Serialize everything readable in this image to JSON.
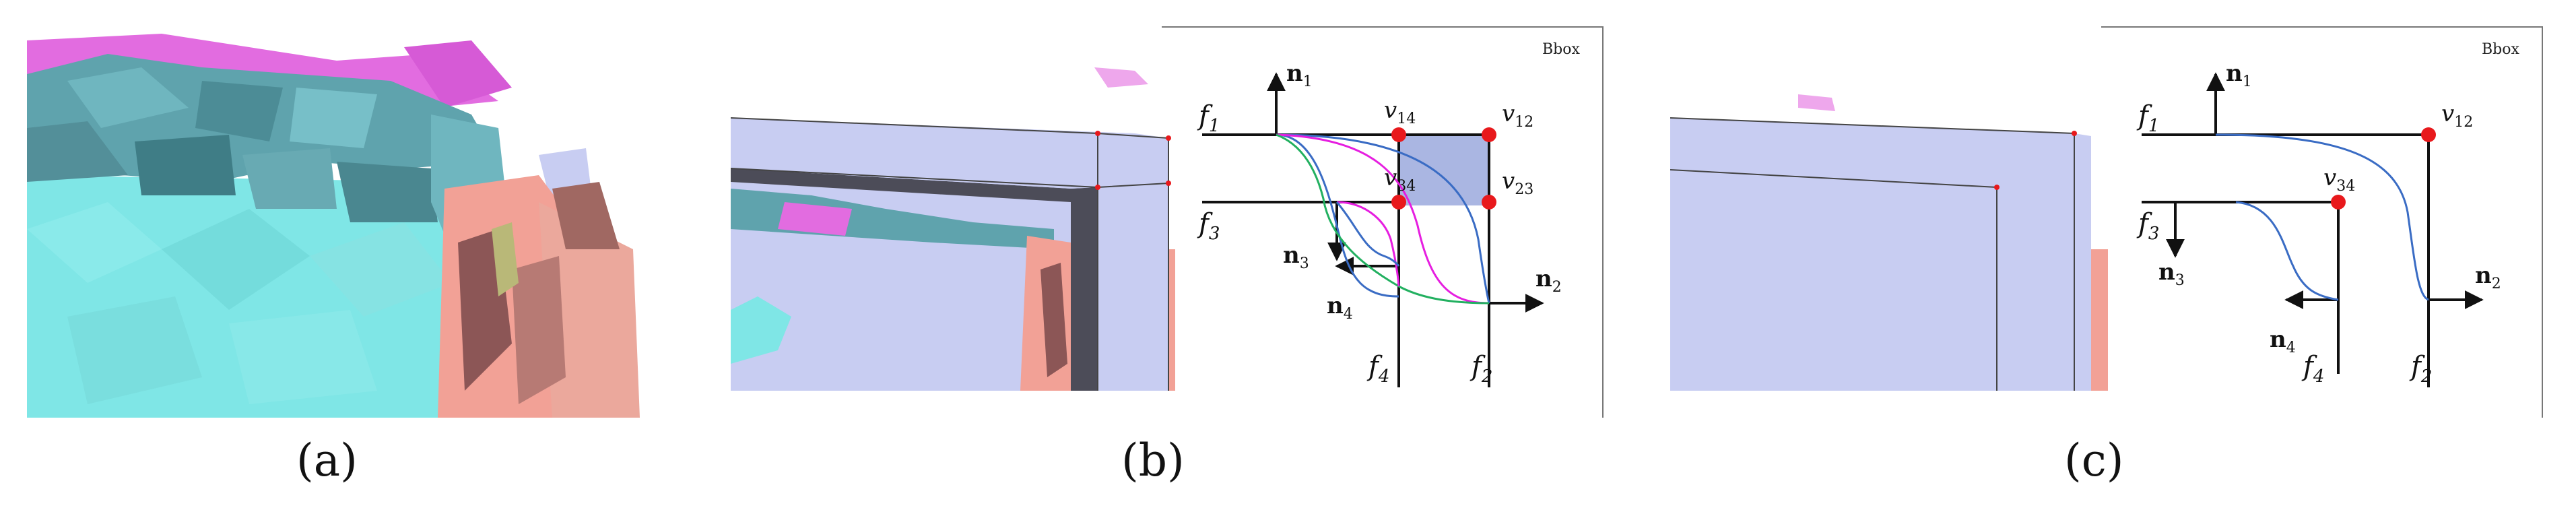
{
  "captions": {
    "a": "(a)",
    "b": "(b)",
    "c": "(c)"
  },
  "diagram_b": {
    "bbox_label": "Bbox",
    "faces": [
      "f",
      "f",
      "f",
      "f"
    ],
    "face_subs": [
      "1",
      "2",
      "3",
      "4"
    ],
    "normals": [
      "n",
      "n",
      "n",
      "n"
    ],
    "normal_subs": [
      "1",
      "2",
      "3",
      "4"
    ],
    "vertices": [
      {
        "base": "v",
        "sub": "14"
      },
      {
        "base": "v",
        "sub": "12"
      },
      {
        "base": "v",
        "sub": "34"
      },
      {
        "base": "v",
        "sub": "23"
      }
    ]
  },
  "diagram_c": {
    "bbox_label": "Bbox",
    "faces": [
      "f",
      "f",
      "f",
      "f"
    ],
    "face_subs": [
      "1",
      "2",
      "3",
      "4"
    ],
    "normals": [
      "n",
      "n",
      "n",
      "n"
    ],
    "normal_subs": [
      "1",
      "2",
      "3",
      "4"
    ],
    "vertices": [
      {
        "base": "v",
        "sub": "12"
      },
      {
        "base": "v",
        "sub": "34"
      }
    ]
  },
  "colors": {
    "cyan_mesh": "#7fe6e6",
    "teal_mesh": "#5fa3ad",
    "magenta_mesh": "#e26ce0",
    "salmon_mesh": "#f2a196",
    "lavender_face": "#c8cdf2",
    "dark_slab": "#4c4c58",
    "vertex_red": "#e8191c",
    "curve_blue": "#3a6cc4",
    "curve_green": "#22b060",
    "curve_magenta": "#e61ee0",
    "highlight_fill": "#aab6e2"
  }
}
